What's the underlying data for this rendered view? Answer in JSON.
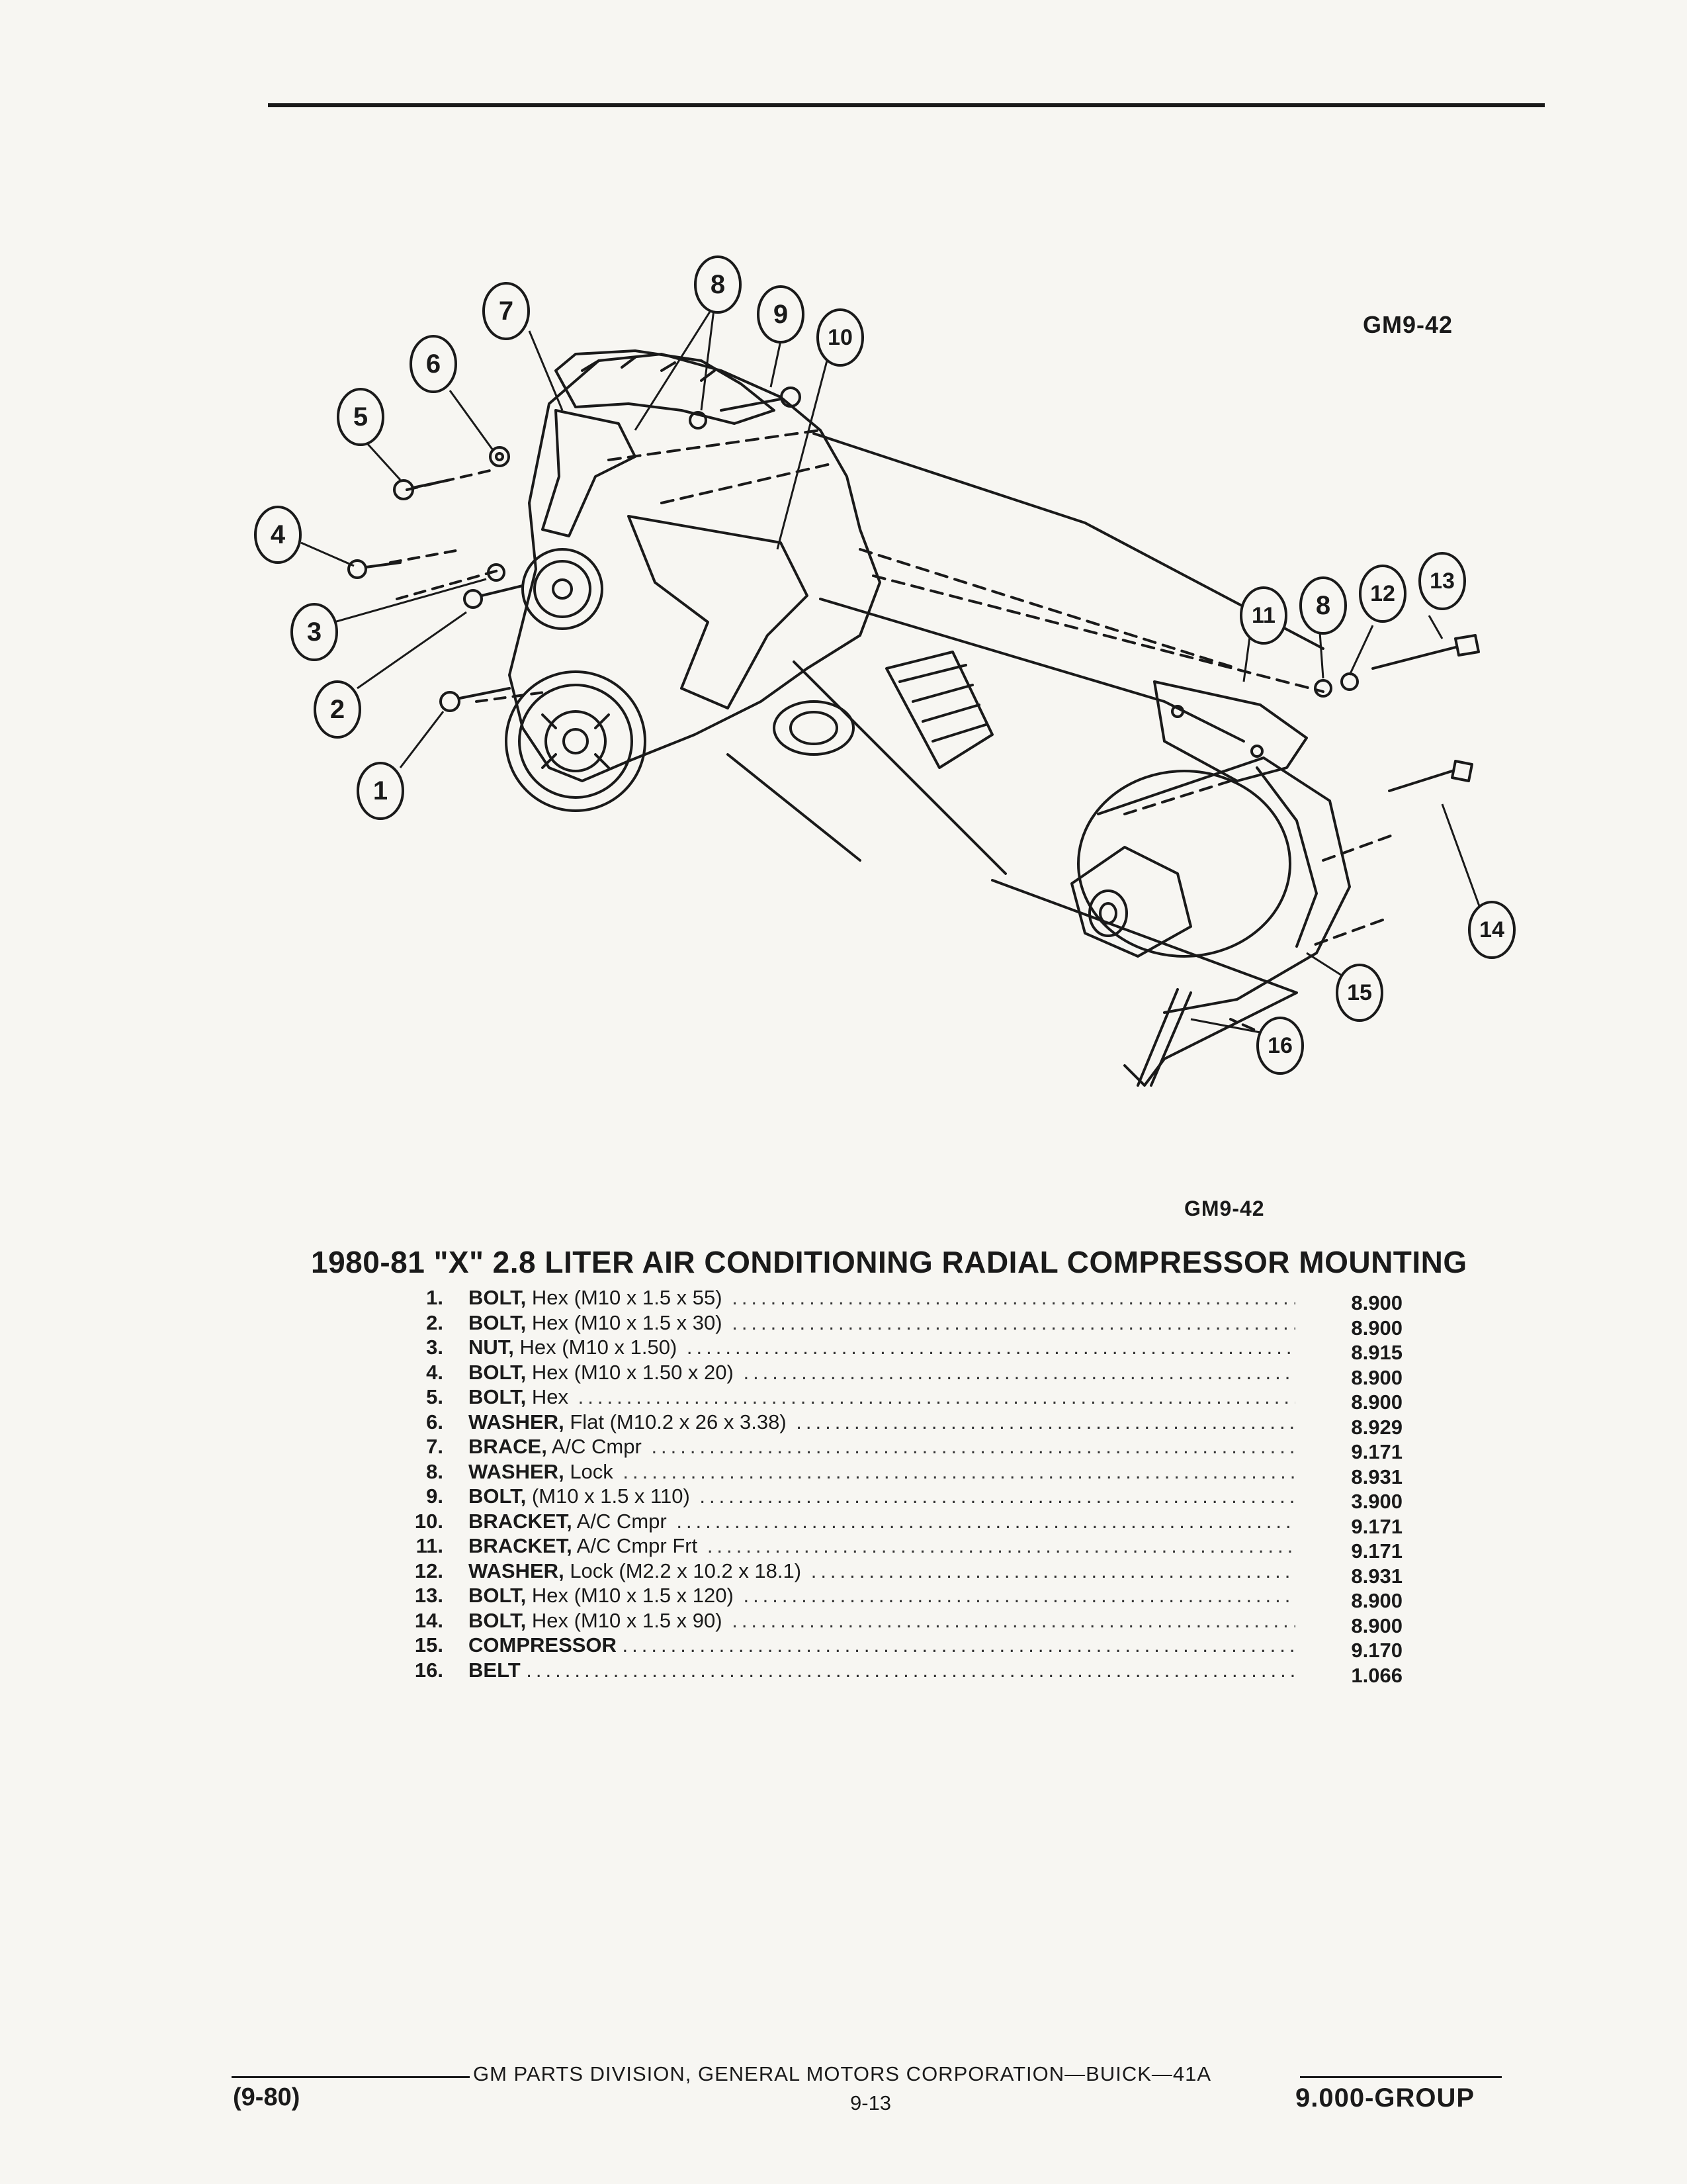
{
  "figure": {
    "code_top": "GM9-42",
    "code_bottom": "GM9-42",
    "callouts": [
      "1",
      "2",
      "3",
      "4",
      "5",
      "6",
      "7",
      "8",
      "9",
      "10",
      "11",
      "8",
      "12",
      "13",
      "14",
      "15",
      "16"
    ]
  },
  "title": "1980-81 \"X\" 2.8 LITER AIR CONDITIONING RADIAL COMPRESSOR MOUNTING",
  "parts": [
    {
      "num": "1.",
      "name": "BOLT,",
      "spec": "Hex (M10 x 1.5 x 55)",
      "group": "8.900"
    },
    {
      "num": "2.",
      "name": "BOLT,",
      "spec": "Hex (M10 x 1.5 x 30)",
      "group": "8.900"
    },
    {
      "num": "3.",
      "name": "NUT,",
      "spec": "Hex (M10 x 1.50)",
      "group": "8.915"
    },
    {
      "num": "4.",
      "name": "BOLT,",
      "spec": "Hex (M10 x 1.50 x 20)",
      "group": "8.900"
    },
    {
      "num": "5.",
      "name": "BOLT,",
      "spec": "Hex",
      "group": "8.900"
    },
    {
      "num": "6.",
      "name": "WASHER,",
      "spec": "Flat (M10.2 x 26 x 3.38)",
      "group": "8.929"
    },
    {
      "num": "7.",
      "name": "BRACE,",
      "spec": "A/C Cmpr",
      "group": "9.171"
    },
    {
      "num": "8.",
      "name": "WASHER,",
      "spec": "Lock",
      "group": "8.931"
    },
    {
      "num": "9.",
      "name": "BOLT,",
      "spec": "(M10 x 1.5 x 110)",
      "group": "3.900"
    },
    {
      "num": "10.",
      "name": "BRACKET,",
      "spec": "A/C Cmpr",
      "group": "9.171"
    },
    {
      "num": "11.",
      "name": "BRACKET,",
      "spec": "A/C Cmpr Frt",
      "group": "9.171"
    },
    {
      "num": "12.",
      "name": "WASHER,",
      "spec": "Lock (M2.2 x 10.2 x 18.1)",
      "group": "8.931"
    },
    {
      "num": "13.",
      "name": "BOLT,",
      "spec": "Hex (M10 x 1.5 x 120)",
      "group": "8.900"
    },
    {
      "num": "14.",
      "name": "BOLT,",
      "spec": "Hex (M10 x 1.5 x 90)",
      "group": "8.900"
    },
    {
      "num": "15.",
      "name": "COMPRESSOR",
      "spec": "",
      "group": "9.170"
    },
    {
      "num": "16.",
      "name": "BELT",
      "spec": "",
      "group": "1.066"
    }
  ],
  "footer": {
    "center": "GM PARTS DIVISION, GENERAL MOTORS CORPORATION—BUICK—41A",
    "date": "(9-80)",
    "page": "9-13",
    "group": "9.000-GROUP"
  }
}
